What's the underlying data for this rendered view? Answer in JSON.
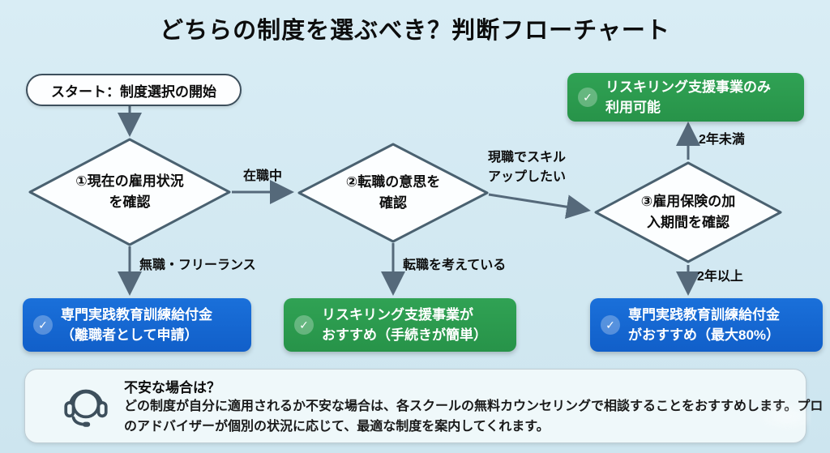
{
  "title": "どちらの制度を選ぶべき？判断フローチャート",
  "flowchart": {
    "start": {
      "label": "スタート：制度選択の開始"
    },
    "decisions": [
      {
        "line1": "①現在の雇用状況",
        "line2": "を確認"
      },
      {
        "line1": "②転職の意思を",
        "line2": "確認"
      },
      {
        "line1": "③雇用保険の加",
        "line2": "入期間を確認"
      }
    ],
    "edge_labels": {
      "employed": "在職中",
      "jobless_freelance": "無職・フリーランス",
      "skillup_line1": "現職でスキル",
      "skillup_line2": "アップしたい",
      "considering_change": "転職を考えている",
      "under_2_years": "2年未満",
      "over_2_years": "2年以上"
    },
    "results": [
      {
        "style": "green",
        "line1": "リスキリング支援事業のみ",
        "line2": "利用可能"
      },
      {
        "style": "blue",
        "line1": "専門実践教育訓練給付金",
        "line2": "（離職者として申請）"
      },
      {
        "style": "green",
        "line1": "リスキリング支援事業が",
        "line2": "おすすめ（手続きが簡単）"
      },
      {
        "style": "blue",
        "line1": "専門実践教育訓練給付金",
        "line2": "がおすすめ（最大80%）"
      }
    ],
    "check_glyph": "✓"
  },
  "info_panel": {
    "heading": "不安な場合は？",
    "body": "どの制度が自分に適用されるか不安な場合は、各スクールの無料カウンセリングで相談することをおすすめします。プロのアドバイザーが個別の状況に応じて、最適な制度を案内してくれます。"
  },
  "colors": {
    "background_top": "#d9edf5",
    "background_bottom": "#cde5ef",
    "arrow_slate": "#55697a",
    "diamond_border": "#4a6170",
    "result_green": "#2b9d4f",
    "result_blue": "#1568d4"
  }
}
